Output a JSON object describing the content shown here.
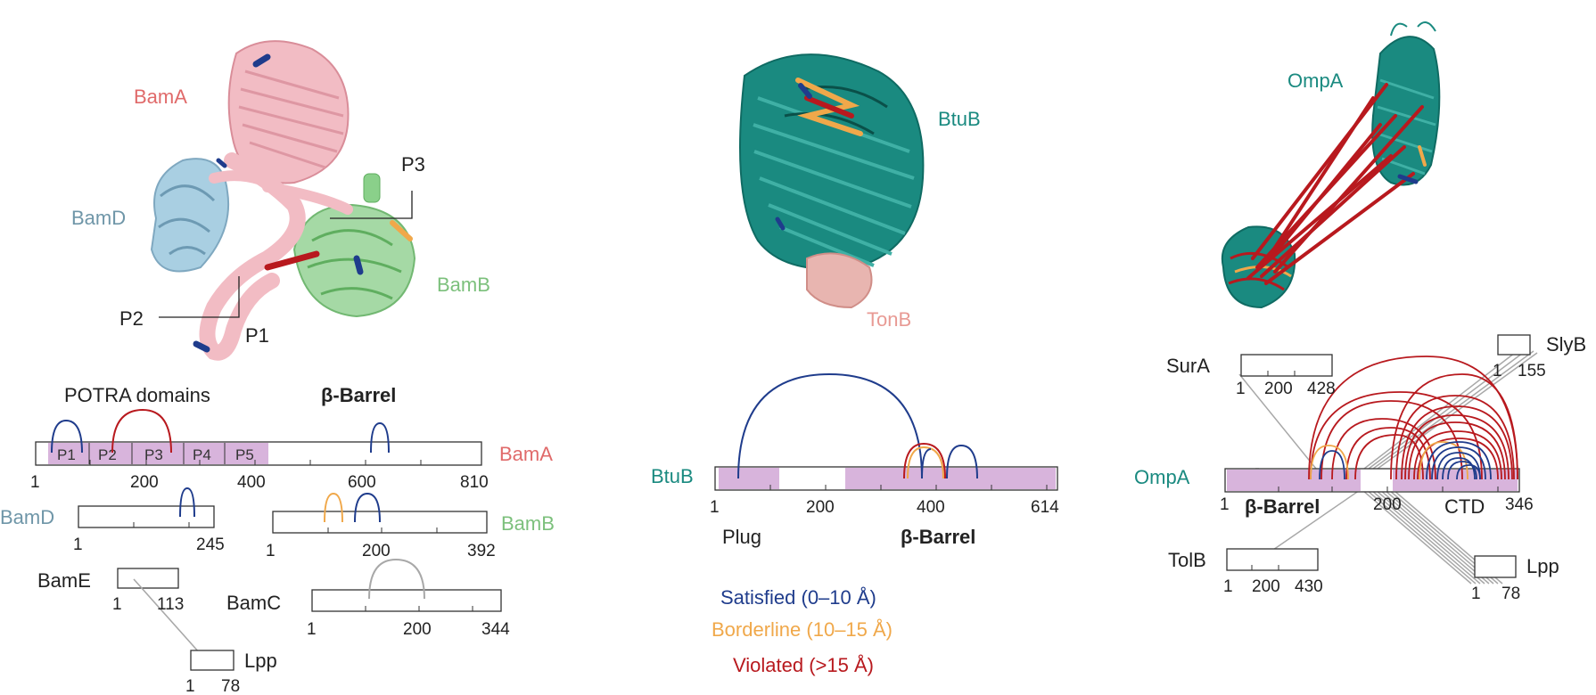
{
  "colors": {
    "satisfied": "#1f3c8c",
    "borderline": "#f0a84a",
    "violated": "#b8191e",
    "intra": "#a8a8a8",
    "bama": "#e06a6a",
    "bamd": "#6f96a8",
    "bamb": "#7cc07c",
    "teal": "#1a8a80",
    "tonb": "#e89a94",
    "domain_fill": "#d8b4dc"
  },
  "structures": {
    "bam": {
      "bama": "BamA",
      "bamd": "BamD",
      "bamb": "BamB",
      "p1": "P1",
      "p2": "P2",
      "p3": "P3"
    },
    "btub": {
      "btub": "BtuB",
      "tonb": "TonB"
    },
    "ompa": {
      "ompa": "OmpA"
    }
  },
  "bam_maps": {
    "potra_heading": "POTRA domains",
    "barrel_heading": "β-Barrel",
    "bama": {
      "name": "BamA",
      "ticks": [
        "1",
        "200",
        "400",
        "600",
        "810"
      ],
      "domains": [
        "P1",
        "P2",
        "P3",
        "P4",
        "P5"
      ]
    },
    "bamd": {
      "name": "BamD",
      "ticks": [
        "1",
        "245"
      ]
    },
    "bamb": {
      "name": "BamB",
      "ticks": [
        "1",
        "200",
        "392"
      ]
    },
    "bame": {
      "name": "BamE",
      "ticks": [
        "1",
        "113"
      ]
    },
    "bamc": {
      "name": "BamC",
      "ticks": [
        "1",
        "200",
        "344"
      ]
    },
    "lpp": {
      "name": "Lpp",
      "ticks": [
        "1",
        "78"
      ]
    }
  },
  "btub_map": {
    "name": "BtuB",
    "ticks": [
      "1",
      "200",
      "400",
      "614"
    ],
    "plug": "Plug",
    "barrel": "β-Barrel"
  },
  "legend": {
    "satisfied": "Satisfied (0–10 Å)",
    "borderline": "Borderline (10–15 Å)",
    "violated": "Violated (>15 Å)"
  },
  "ompa_maps": {
    "ompa": {
      "name": "OmpA",
      "ticks": [
        "1",
        "200",
        "346"
      ],
      "barrel": "β-Barrel",
      "ctd": "CTD"
    },
    "sura": {
      "name": "SurA",
      "ticks": [
        "1",
        "200",
        "428"
      ]
    },
    "slyb": {
      "name": "SlyB",
      "ticks": [
        "1",
        "155"
      ]
    },
    "tolb": {
      "name": "TolB",
      "ticks": [
        "1",
        "200",
        "430"
      ]
    },
    "lpp": {
      "name": "Lpp",
      "ticks": [
        "1",
        "78"
      ]
    }
  }
}
